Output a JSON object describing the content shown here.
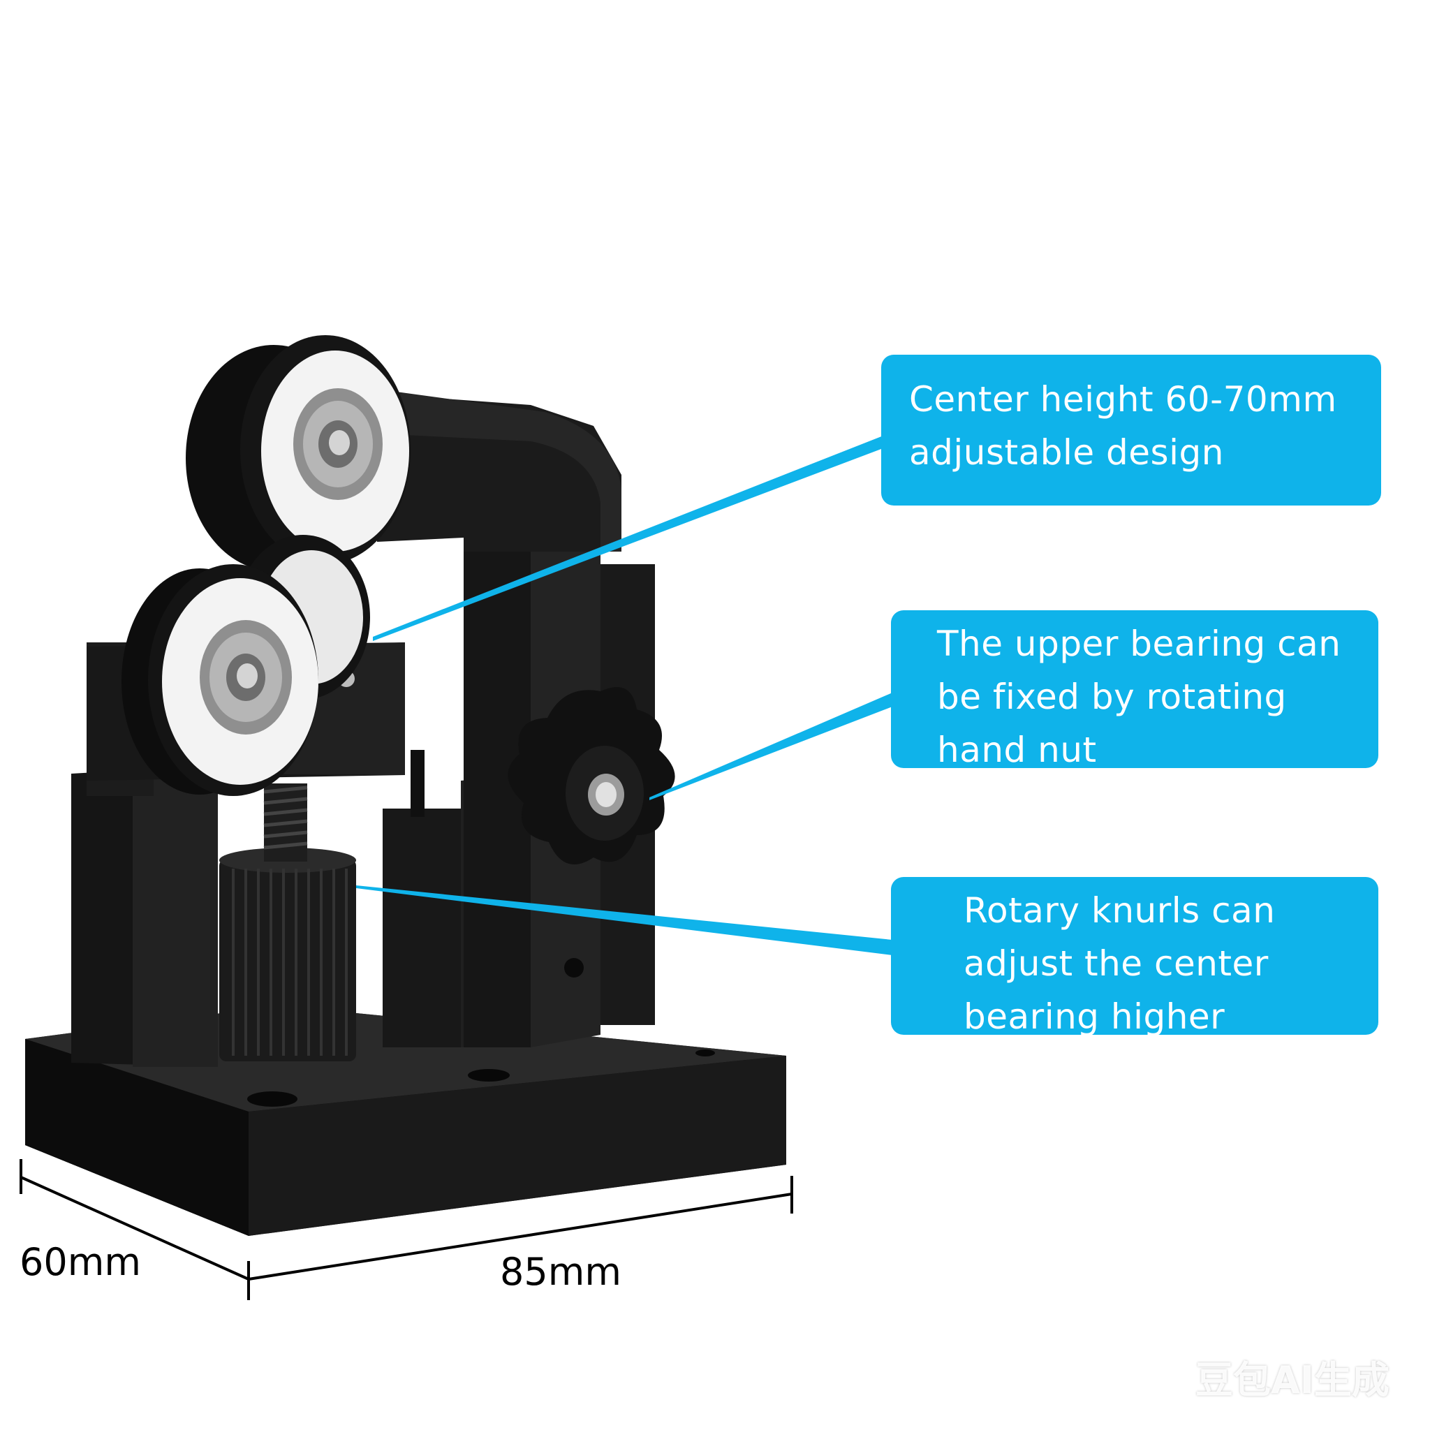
{
  "callouts": [
    {
      "lines": [
        "Center height 60-70mm",
        "adjustable design"
      ]
    },
    {
      "lines": [
        "The upper bearing can",
        "be fixed by rotating",
        "hand nut"
      ]
    },
    {
      "lines": [
        "Rotary knurls can",
        "adjust the center",
        "bearing higher"
      ]
    }
  ],
  "dimensions": {
    "depth": "60mm",
    "width": "85mm"
  },
  "watermark": "豆包AI生成",
  "colors": {
    "callout": "#0fb3ea",
    "product": "#141414",
    "wheel": "#f4f4f4",
    "bearing": "#9a9a9a"
  }
}
